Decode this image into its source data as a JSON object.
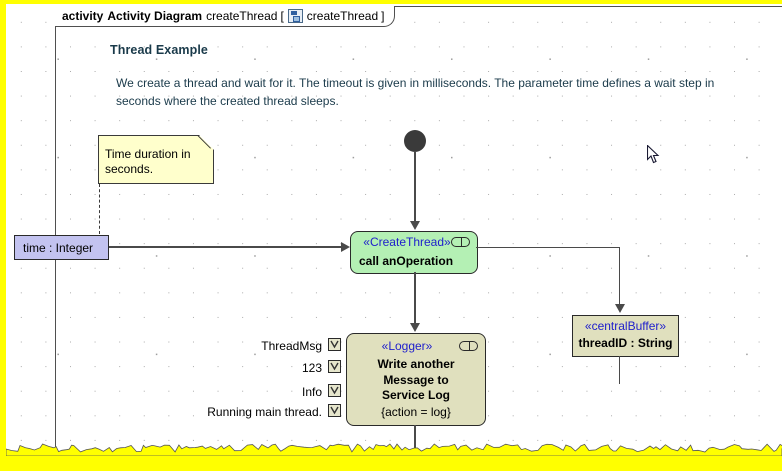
{
  "window": {
    "border_color": "#ffff00",
    "canvas_background": "#ffffff"
  },
  "frame": {
    "keyword": "activity",
    "type_label": "Activity Diagram",
    "name": "createThread",
    "bracket_open": "[",
    "bracket_close": "]",
    "behavior_name": "createThread",
    "behavior_icon": "activity-behavior-icon"
  },
  "heading": {
    "title": "Thread Example",
    "description": "We create a thread and wait for it. The timeout is given in milliseconds. The parameter time defines a wait step in seconds where the created thread sleeps."
  },
  "note": {
    "text": "Time duration in seconds."
  },
  "parameter_node": {
    "label": "time : Integer",
    "color": "#c3c3f0"
  },
  "nodes": {
    "create_thread": {
      "stereotype": "«CreateThread»",
      "body": "call anOperation",
      "color": "#b4f0b4",
      "glyph": "call-operation-icon"
    },
    "logger": {
      "stereotype": "«Logger»",
      "body": "Write another\nMessage to\nService Log",
      "body_line1": "Write another",
      "body_line2": "Message to",
      "body_line3": "Service Log",
      "constraint": "{action = log}",
      "color": "#e0e0be",
      "glyph": "call-operation-icon"
    },
    "central_buffer": {
      "stereotype": "«centralBuffer»",
      "body": "threadID : String",
      "color": "#e0e0be"
    }
  },
  "input_pins": [
    {
      "label": "ThreadMsg",
      "icon": "input-pin-icon"
    },
    {
      "label": "123",
      "icon": "input-pin-icon"
    },
    {
      "label": "Info",
      "icon": "input-pin-icon"
    },
    {
      "label": "Running main thread.",
      "icon": "input-pin-icon"
    }
  ],
  "cursor": {
    "icon": "mouse-pointer-icon"
  }
}
